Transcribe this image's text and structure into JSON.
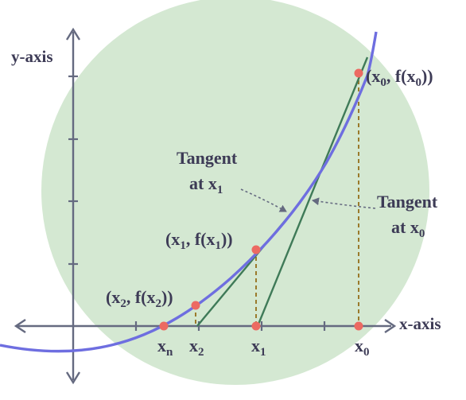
{
  "axes": {
    "x_label": "x-axis",
    "y_label": "y-axis",
    "tick_labels": [
      {
        "main": "x",
        "sub": "n"
      },
      {
        "main": "x",
        "sub": "2"
      },
      {
        "main": "x",
        "sub": "1"
      },
      {
        "main": "x",
        "sub": "0"
      }
    ]
  },
  "points": [
    {
      "prefix": "(x",
      "sub1": "0",
      "mid": ", f(x",
      "sub2": "0",
      "suffix": "))"
    },
    {
      "prefix": "(x",
      "sub1": "1",
      "mid": ", f(x",
      "sub2": "1",
      "suffix": "))"
    },
    {
      "prefix": "(x",
      "sub1": "2",
      "mid": ", f(x",
      "sub2": "2",
      "suffix": "))"
    }
  ],
  "annotations": [
    {
      "line1": "Tangent",
      "line2_main": "at x",
      "line2_sub": "1"
    },
    {
      "line1": "Tangent",
      "line2_main": "at x",
      "line2_sub": "0"
    }
  ],
  "colors": {
    "circle_fill": "#d4e8d2",
    "curve": "#6e6ee0",
    "tangent": "#3f7a58",
    "guide": "#9a7a2c",
    "point": "#ec6a62",
    "axis": "#656a80",
    "text": "#3d3b56"
  }
}
